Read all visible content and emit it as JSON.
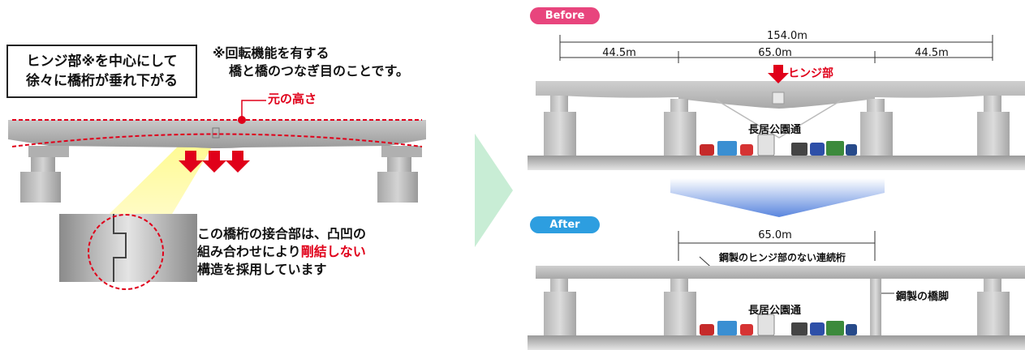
{
  "left_panel": {
    "caption_line1": "ヒンジ部※を中心にして",
    "caption_line2": "徐々に橋桁が垂れ下がる",
    "note_line1": "※回転機能を有する",
    "note_line2": "橋と橋のつなぎ目のことです。",
    "original_height_label": "元の高さ",
    "joint_line1": "この橋桁の接合部は、凸凹の",
    "joint_line2_a": "組み合わせにより",
    "joint_line2_b": "剛結しない",
    "joint_line3": "構造を採用しています"
  },
  "before": {
    "badge": "Before",
    "total_span": "154.0m",
    "span_left": "44.5m",
    "span_center": "65.0m",
    "span_right": "44.5m",
    "hinge_label": "ヒンジ部",
    "road_label": "長居公園通"
  },
  "after": {
    "badge": "After",
    "span_center": "65.0m",
    "girder_label": "鋼製のヒンジ部のない連続桁",
    "pier_label": "鋼製の橋脚",
    "road_label": "長居公園通"
  },
  "colors": {
    "accent_red": "#e0001a",
    "before_badge": "#e8457d",
    "after_badge": "#2d9ee0",
    "arrow_green": "#c8edd5"
  }
}
